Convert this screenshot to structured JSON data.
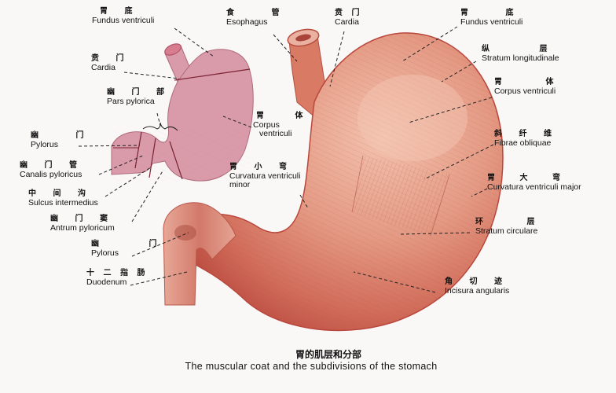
{
  "figure": {
    "caption_zh": "胃的肌层和分部",
    "caption_en": "The muscular coat and the subdivisions of the stomach"
  },
  "small_diagram": {
    "fill_color": "#d99aa9",
    "line_color": "#7a2334",
    "labels": [
      {
        "id": "fundus",
        "zh": "胃 底",
        "en": "Fundus ventriculi"
      },
      {
        "id": "cardia",
        "zh": "贲 门",
        "en": "Cardia"
      },
      {
        "id": "pars-pylorica",
        "zh": "幽 门 部",
        "en": "Pars pylorica"
      },
      {
        "id": "pylorus",
        "zh": "幽 门",
        "en": "Pylorus"
      },
      {
        "id": "canalis-pyloricus",
        "zh": "幽 门 管",
        "en": "Canalis pyloricus"
      },
      {
        "id": "sulcus-intermedius",
        "zh": "中 间 沟",
        "en": "Sulcus intermedius"
      },
      {
        "id": "antrum-pyloricum",
        "zh": "幽 门 窦",
        "en": "Antrum pyloricum"
      },
      {
        "id": "corpus",
        "zh": "胃 体",
        "en": "Corpus",
        "en2": "ventriculi"
      },
      {
        "id": "curvatura-minor",
        "zh": "胃 小 弯",
        "en": "Curvatura ventriculi",
        "en2": "minor"
      }
    ]
  },
  "large_diagram": {
    "base_color": "#d9715f",
    "dark_color": "#b8443a",
    "light_color": "#f0b6a2",
    "labels": [
      {
        "id": "esophagus",
        "zh": "食 管",
        "en": "Esophagus"
      },
      {
        "id": "cardia",
        "zh": "贲 门",
        "en": "Cardia"
      },
      {
        "id": "fundus",
        "zh": "胃 底",
        "en": "Fundus ventriculi"
      },
      {
        "id": "stratum-longitudinale",
        "zh": "纵 层",
        "en": "Stratum longitudinale"
      },
      {
        "id": "corpus",
        "zh": "胃 体",
        "en": "Corpus ventriculi"
      },
      {
        "id": "fibrae-obliquae",
        "zh": "斜 纤 维",
        "en": "Fibrae obliquae"
      },
      {
        "id": "curvatura-major",
        "zh": "胃 大 弯",
        "en": "Curvatura ventriculi major"
      },
      {
        "id": "stratum-circulare",
        "zh": "环 层",
        "en": "Stratum circulare"
      },
      {
        "id": "incisura-angularis",
        "zh": "角 切 迹",
        "en": "Incisura angularis"
      },
      {
        "id": "pylorus",
        "zh": "幽 门",
        "en": "Pylorus"
      },
      {
        "id": "duodenum",
        "zh": "十 二 指 肠",
        "en": "Duodenum"
      }
    ]
  }
}
